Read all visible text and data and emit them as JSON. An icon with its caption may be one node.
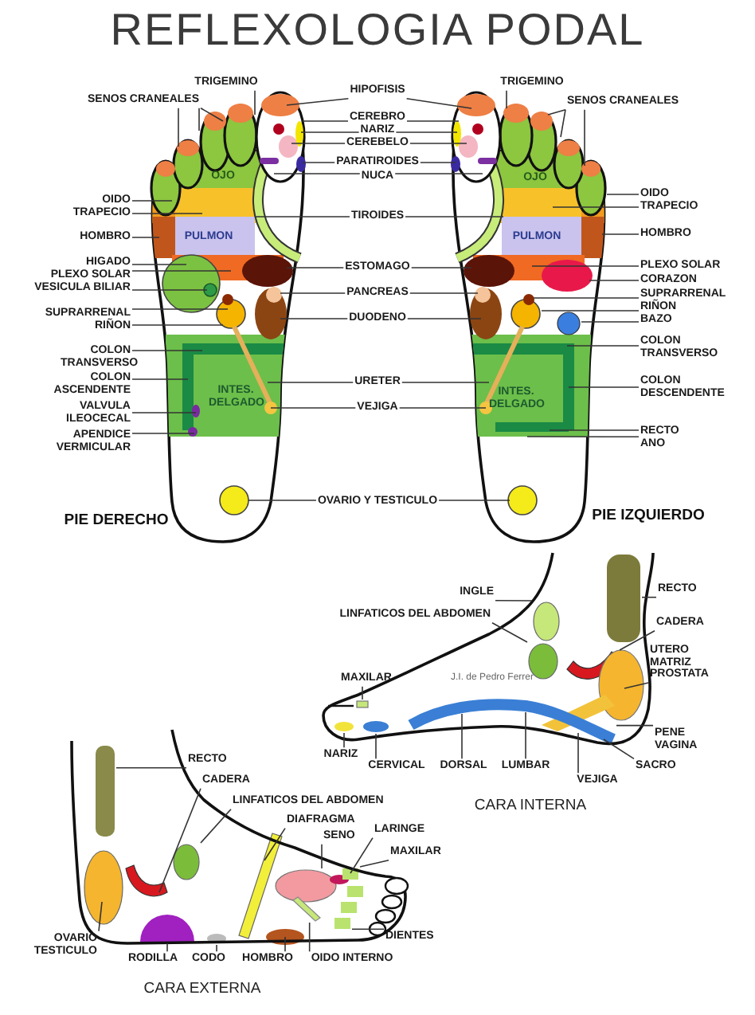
{
  "diagram": {
    "title": "REFLEXOLOGIA PODAL",
    "nodes": [
      {
        "text": [
          "TRIGEMINO"
        ]
      },
      {
        "text": [
          "SENOS CRANEALES"
        ]
      },
      {
        "text": [
          "HIPOFISIS"
        ]
      },
      {
        "text": [
          "TRIGEMINO"
        ]
      },
      {
        "text": [
          "SENOS CRANEALES"
        ]
      },
      {
        "text": [
          "CEREBRO"
        ]
      },
      {
        "text": [
          "NARIZ"
        ]
      },
      {
        "text": [
          "CEREBELO"
        ]
      },
      {
        "text": [
          "PARATIROIDES"
        ]
      },
      {
        "text": [
          "NUCA"
        ]
      },
      {
        "text": [
          "OIDO"
        ]
      },
      {
        "text": [
          "TRAPECIO"
        ]
      },
      {
        "text": [
          "TIROIDES"
        ]
      },
      {
        "text": [
          "OIDO"
        ]
      },
      {
        "text": [
          "TRAPECIO"
        ]
      },
      {
        "text": [
          "HOMBRO"
        ]
      },
      {
        "text": [
          "HOMBRO"
        ]
      },
      {
        "text": [
          "HIGADO"
        ]
      },
      {
        "text": [
          "PLEXO SOLAR"
        ]
      },
      {
        "text": [
          "VESICULA BILIAR"
        ]
      },
      {
        "text": [
          "ESTOMAGO"
        ]
      },
      {
        "text": [
          "PLEXO SOLAR"
        ]
      },
      {
        "text": [
          "CORAZON"
        ]
      },
      {
        "text": [
          "PANCREAS"
        ]
      },
      {
        "text": [
          "SUPRARRENAL"
        ]
      },
      {
        "text": [
          "RIÑON"
        ]
      },
      {
        "text": [
          "SUPRARRENAL"
        ]
      },
      {
        "text": [
          "RIÑON"
        ]
      },
      {
        "text": [
          "DUODENO"
        ]
      },
      {
        "text": [
          "BAZO"
        ]
      },
      {
        "text": [
          "COLON TRANSVERSO"
        ]
      },
      {
        "text": [
          "COLON TRANSVERSO"
        ]
      },
      {
        "text": [
          "COLON ASCENDENTE"
        ]
      },
      {
        "text": [
          "URETER"
        ]
      },
      {
        "text": [
          "COLON DESCENDENTE"
        ]
      },
      {
        "text": [
          "VEJIGA"
        ]
      },
      {
        "text": [
          "VALVULA ILEOCECAL"
        ]
      },
      {
        "text": [
          "RECTO"
        ]
      },
      {
        "text": [
          "ANO"
        ]
      },
      {
        "text": [
          "APENDICE VERMICULAR"
        ]
      },
      {
        "text": [
          "OVARIO Y TESTICULO"
        ]
      },
      {
        "text": [
          "RECTO"
        ]
      },
      {
        "text": [
          "INGLE"
        ]
      },
      {
        "text": [
          "CADERA"
        ]
      },
      {
        "text": [
          "LINFATICOS DEL ABDOMEN"
        ]
      },
      {
        "text": [
          "UTERO MATRIZ PROSTATA"
        ]
      },
      {
        "text": [
          "MAXILAR"
        ]
      },
      {
        "text": [
          "PENE VAGINA"
        ]
      },
      {
        "text": [
          "NARIZ"
        ]
      },
      {
        "text": [
          "SACRO"
        ]
      },
      {
        "text": [
          "CERVICAL"
        ]
      },
      {
        "text": [
          "DORSAL"
        ]
      },
      {
        "text": [
          "LUMBAR"
        ]
      },
      {
        "text": [
          "VEJIGA"
        ]
      },
      {
        "text": [
          "RECTO"
        ]
      },
      {
        "text": [
          "CADERA"
        ]
      },
      {
        "text": [
          "LINFATICOS DEL ABDOMEN"
        ]
      },
      {
        "text": [
          "DIAFRAGMA"
        ]
      },
      {
        "text": [
          "LARINGE"
        ]
      },
      {
        "text": [
          "SENO"
        ]
      },
      {
        "text": [
          "MAXILAR"
        ]
      },
      {
        "text": [
          "DIENTES"
        ]
      },
      {
        "text": [
          "OVARIO TESTICULO"
        ]
      },
      {
        "text": [
          "RODILLA"
        ]
      },
      {
        "text": [
          "CODO"
        ]
      },
      {
        "text": [
          "HOMBRO"
        ]
      },
      {
        "text": [
          "OIDO INTERNO"
        ]
      },
      {
        "text": [
          "OJO",
          "PULMON",
          "INTES. DELGADO"
        ],
        "beside": [
          "PIE DERECHO"
        ]
      },
      {
        "text": [
          "OJO",
          "PULMON",
          "INTES. DELGADO"
        ],
        "beside": [
          "PIE IZQUIERDO"
        ]
      },
      {
        "text": [],
        "shape": "bar"
      },
      {
        "text": [],
        "shape": "ellipse"
      },
      {
        "text": [],
        "shape": "crescent"
      },
      {
        "text": [],
        "shape": "ellipse"
      },
      {
        "text": [],
        "shape": "ellipse"
      },
      {
        "text": [],
        "shape": "box"
      },
      {
        "text": [],
        "shape": "bar"
      },
      {
        "text": [],
        "shape": "ellipse"
      },
      {
        "text": [],
        "shape": "bar"
      },
      {
        "text": [],
        "shape": "ellipse"
      },
      {
        "text": [],
        "shape": "bar"
      },
      {
        "text": [],
        "shape": "crescent"
      },
      {
        "text": [],
        "shape": "ellipse"
      },
      {
        "text": [],
        "shape": "bar"
      },
      {
        "text": [],
        "shape": "ellipse"
      },
      {
        "text": [],
        "shape": "ellipse"
      },
      {
        "text": [],
        "shape": "box"
      },
      {
        "text": [],
        "shape": "box"
      },
      {
        "text": [],
        "shape": "ellipse"
      },
      {
        "text": [],
        "shape": "semicircle"
      },
      {
        "text": [],
        "shape": "ellipse"
      },
      {
        "text": [],
        "shape": "ellipse"
      },
      {
        "text": [],
        "shape": "bar"
      }
    ],
    "edges": [
      {
        "from": 0,
        "to": 67,
        "arrow": "none"
      },
      {
        "from": 1,
        "to": 67,
        "arrow": "none"
      },
      {
        "from": 1,
        "to": 67,
        "arrow": "none"
      },
      {
        "from": 1,
        "to": 67,
        "arrow": "none"
      },
      {
        "from": 2,
        "to": 67,
        "arrow": "none"
      },
      {
        "from": 2,
        "to": 68,
        "arrow": "none"
      },
      {
        "from": 3,
        "to": 68,
        "arrow": "none"
      },
      {
        "from": 4,
        "to": 68,
        "arrow": "none"
      },
      {
        "from": 4,
        "to": 68,
        "arrow": "none"
      },
      {
        "from": 4,
        "to": 68,
        "arrow": "none"
      },
      {
        "from": 5,
        "to": 67,
        "arrow": "none"
      },
      {
        "from": 5,
        "to": 68,
        "arrow": "none"
      },
      {
        "from": 6,
        "to": 67,
        "arrow": "none"
      },
      {
        "from": 6,
        "to": 68,
        "arrow": "none"
      },
      {
        "from": 7,
        "to": 67,
        "arrow": "none"
      },
      {
        "from": 7,
        "to": 68,
        "arrow": "none"
      },
      {
        "from": 8,
        "to": 67,
        "arrow": "none"
      },
      {
        "from": 8,
        "to": 68,
        "arrow": "none"
      },
      {
        "from": 9,
        "to": 67,
        "arrow": "none"
      },
      {
        "from": 9,
        "to": 68,
        "arrow": "none"
      },
      {
        "from": 10,
        "to": 67,
        "arrow": "none"
      },
      {
        "from": 11,
        "to": 67,
        "arrow": "none"
      },
      {
        "from": 12,
        "to": 67,
        "arrow": "none"
      },
      {
        "from": 12,
        "to": 68,
        "arrow": "none"
      },
      {
        "from": 13,
        "to": 68,
        "arrow": "none"
      },
      {
        "from": 14,
        "to": 68,
        "arrow": "none"
      },
      {
        "from": 15,
        "to": 67,
        "arrow": "none"
      },
      {
        "from": 16,
        "to": 68,
        "arrow": "none"
      },
      {
        "from": 17,
        "to": 67,
        "arrow": "none"
      },
      {
        "from": 18,
        "to": 67,
        "arrow": "none"
      },
      {
        "from": 19,
        "to": 67,
        "arrow": "none"
      },
      {
        "from": 20,
        "to": 67,
        "arrow": "none"
      },
      {
        "from": 20,
        "to": 68,
        "arrow": "none"
      },
      {
        "from": 21,
        "to": 68,
        "arrow": "none"
      },
      {
        "from": 22,
        "to": 68,
        "arrow": "none"
      },
      {
        "from": 23,
        "to": 67,
        "arrow": "none"
      },
      {
        "from": 23,
        "to": 68,
        "arrow": "none"
      },
      {
        "from": 24,
        "to": 67,
        "arrow": "none"
      },
      {
        "from": 25,
        "to": 67,
        "arrow": "none"
      },
      {
        "from": 26,
        "to": 68,
        "arrow": "none"
      },
      {
        "from": 27,
        "to": 68,
        "arrow": "none"
      },
      {
        "from": 28,
        "to": 67,
        "arrow": "none"
      },
      {
        "from": 28,
        "to": 68,
        "arrow": "none"
      },
      {
        "from": 29,
        "to": 68,
        "arrow": "none"
      },
      {
        "from": 30,
        "to": 67,
        "arrow": "none"
      },
      {
        "from": 31,
        "to": 68,
        "arrow": "none"
      },
      {
        "from": 32,
        "to": 67,
        "arrow": "none"
      },
      {
        "from": 33,
        "to": 67,
        "arrow": "none"
      },
      {
        "from": 33,
        "to": 68,
        "arrow": "none"
      },
      {
        "from": 34,
        "to": 68,
        "arrow": "none"
      },
      {
        "from": 35,
        "to": 67,
        "arrow": "none"
      },
      {
        "from": 35,
        "to": 68,
        "arrow": "none"
      },
      {
        "from": 36,
        "to": 67,
        "arrow": "none"
      },
      {
        "from": 37,
        "to": 68,
        "arrow": "none"
      },
      {
        "from": 38,
        "to": 68,
        "arrow": "none"
      },
      {
        "from": 39,
        "to": 67,
        "arrow": "none"
      },
      {
        "from": 40,
        "to": 67,
        "arrow": "none"
      },
      {
        "from": 40,
        "to": 68,
        "arrow": "none"
      },
      {
        "from": 41,
        "to": 69,
        "arrow": "none"
      },
      {
        "from": 42,
        "to": 70,
        "arrow": "none"
      },
      {
        "from": 43,
        "to": 71,
        "arrow": "none"
      },
      {
        "from": 44,
        "to": 72,
        "arrow": "none"
      },
      {
        "from": 45,
        "to": 73,
        "arrow": "none"
      },
      {
        "from": 46,
        "to": 74,
        "arrow": "none"
      },
      {
        "from": 47,
        "to": 75,
        "arrow": "none"
      },
      {
        "from": 48,
        "to": 76,
        "arrow": "none"
      },
      {
        "from": 49,
        "to": 77,
        "arrow": "none"
      },
      {
        "from": 50,
        "to": 78,
        "arrow": "none"
      },
      {
        "from": 51,
        "to": 77,
        "arrow": "none"
      },
      {
        "from": 52,
        "to": 77,
        "arrow": "none"
      },
      {
        "from": 53,
        "to": 75,
        "arrow": "none"
      },
      {
        "from": 54,
        "to": 79,
        "arrow": "none"
      },
      {
        "from": 55,
        "to": 80,
        "arrow": "none"
      },
      {
        "from": 56,
        "to": 81,
        "arrow": "none"
      },
      {
        "from": 57,
        "to": 82,
        "arrow": "none"
      },
      {
        "from": 58,
        "to": 84,
        "arrow": "none"
      },
      {
        "from": 59,
        "to": 83,
        "arrow": "none"
      },
      {
        "from": 60,
        "to": 85,
        "arrow": "none"
      },
      {
        "from": 61,
        "to": 86,
        "arrow": "none"
      },
      {
        "from": 62,
        "to": 87,
        "arrow": "none"
      },
      {
        "from": 63,
        "to": 88,
        "arrow": "none"
      },
      {
        "from": 64,
        "to": 89,
        "arrow": "none"
      },
      {
        "from": 65,
        "to": 90,
        "arrow": "none"
      },
      {
        "from": 66,
        "to": 91,
        "arrow": "none"
      }
    ],
    "labels": [
      "J.I. de Pedro Ferrer",
      "CARA INTERNA",
      "CARA EXTERNA"
    ]
  }
}
